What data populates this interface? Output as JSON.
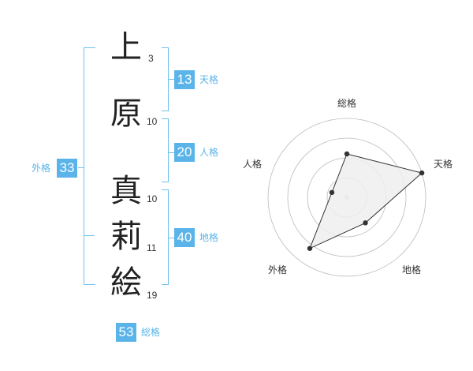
{
  "characters": [
    {
      "char": "上",
      "strokes": "3"
    },
    {
      "char": "原",
      "strokes": "10"
    },
    {
      "char": "真",
      "strokes": "10"
    },
    {
      "char": "莉",
      "strokes": "11"
    },
    {
      "char": "絵",
      "strokes": "19"
    }
  ],
  "fortunes": {
    "tenkaku": {
      "label": "天格",
      "value": "13"
    },
    "jinkaku": {
      "label": "人格",
      "value": "20"
    },
    "chikaku": {
      "label": "地格",
      "value": "40"
    },
    "gaikaku": {
      "label": "外格",
      "value": "33"
    },
    "soukaku": {
      "label": "総格",
      "value": "53"
    }
  },
  "chart_data": {
    "type": "radar",
    "axes": [
      "総格",
      "天格",
      "地格",
      "外格",
      "人格"
    ],
    "values": [
      0.55,
      1.0,
      0.4,
      0.8,
      0.2
    ],
    "rings": 4,
    "colors": {
      "fill": "#efefef",
      "line": "#333333",
      "grid": "#bbbbbb",
      "center": "#cccccc"
    }
  }
}
